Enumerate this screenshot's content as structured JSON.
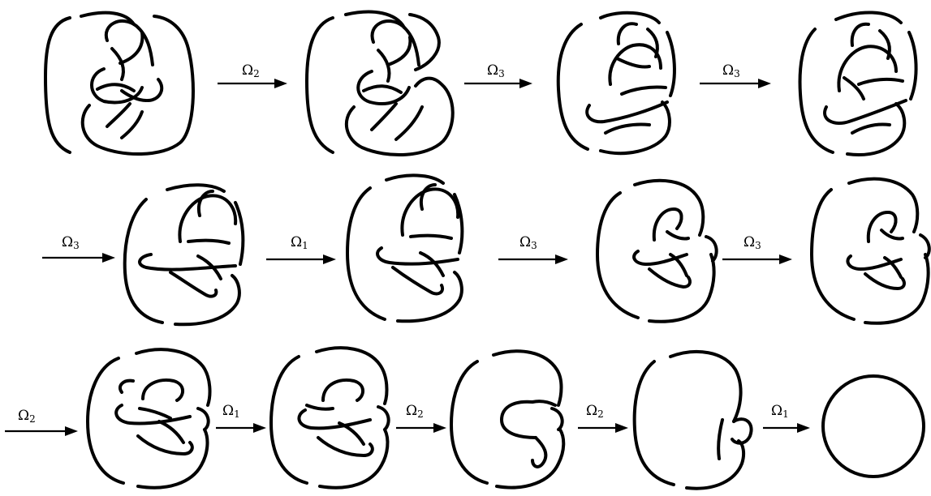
{
  "moves": [
    {
      "op": "Ω",
      "n": "2"
    },
    {
      "op": "Ω",
      "n": "3"
    },
    {
      "op": "Ω",
      "n": "3"
    },
    {
      "op": "Ω",
      "n": "3"
    },
    {
      "op": "Ω",
      "n": "1"
    },
    {
      "op": "Ω",
      "n": "3"
    },
    {
      "op": "Ω",
      "n": "3"
    },
    {
      "op": "Ω",
      "n": "2"
    },
    {
      "op": "Ω",
      "n": "1"
    },
    {
      "op": "Ω",
      "n": "2"
    },
    {
      "op": "Ω",
      "n": "2"
    },
    {
      "op": "Ω",
      "n": "1"
    }
  ]
}
